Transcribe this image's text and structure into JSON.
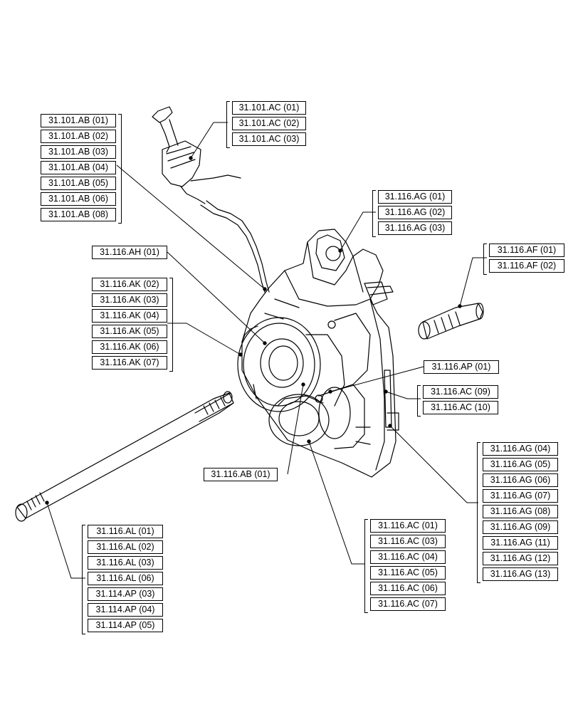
{
  "groups": {
    "g101ab": [
      "31.101.AB (01)",
      "31.101.AB (02)",
      "31.101.AB (03)",
      "31.101.AB (04)",
      "31.101.AB (05)",
      "31.101.AB (06)",
      "31.101.AB (08)"
    ],
    "g101ac": [
      "31.101.AC (01)",
      "31.101.AC (02)",
      "31.101.AC (03)"
    ],
    "g116ag_top": [
      "31.116.AG (01)",
      "31.116.AG (02)",
      "31.116.AG (03)"
    ],
    "g116af": [
      "31.116.AF (01)",
      "31.116.AF (02)"
    ],
    "g116ah": [
      "31.116.AH (01)"
    ],
    "g116ak": [
      "31.116.AK (02)",
      "31.116.AK (03)",
      "31.116.AK (04)",
      "31.116.AK (05)",
      "31.116.AK (06)",
      "31.116.AK (07)"
    ],
    "g116ap": [
      "31.116.AP (01)"
    ],
    "g116ac_mid": [
      "31.116.AC (09)",
      "31.116.AC (10)"
    ],
    "g116ab": [
      "31.116.AB (01)"
    ],
    "g116ag_bot": [
      "31.116.AG (04)",
      "31.116.AG (05)",
      "31.116.AG (06)",
      "31.116.AG (07)",
      "31.116.AG (08)",
      "31.116.AG (09)",
      "31.116.AG (11)",
      "31.116.AG (12)",
      "31.116.AG (13)"
    ],
    "g116al": [
      "31.116.AL (01)",
      "31.116.AL (02)",
      "31.116.AL (03)",
      "31.116.AL (06)",
      "31.114.AP (03)",
      "31.114.AP (04)",
      "31.114.AP (05)"
    ],
    "g116ac_bot": [
      "31.116.AC (01)",
      "31.116.AC (03)",
      "31.116.AC (04)",
      "31.116.AC (05)",
      "31.116.AC (06)",
      "31.116.AC (07)"
    ]
  }
}
